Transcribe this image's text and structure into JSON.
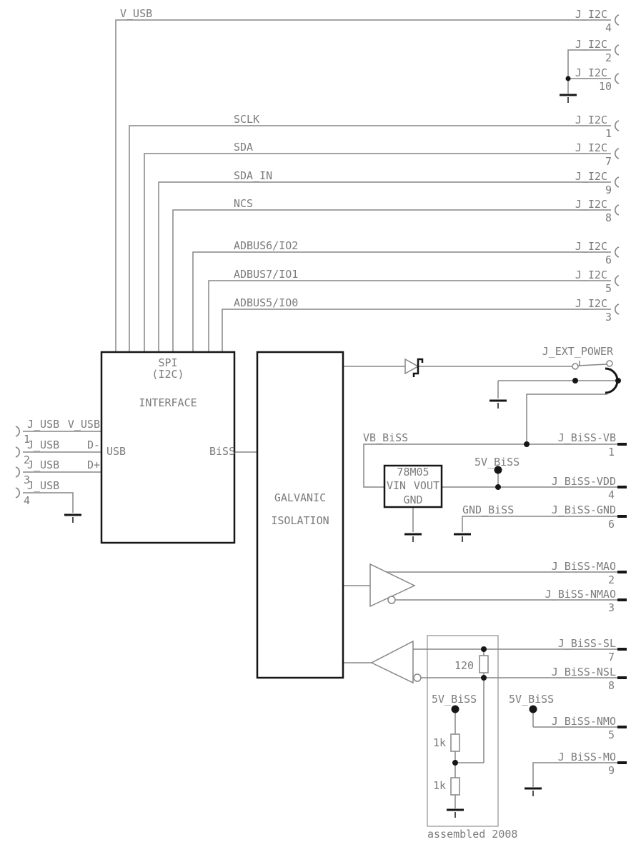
{
  "power": {
    "v_usb": "V_USB",
    "vb_biss": "VB_BiSS",
    "v5_biss": "5V_BiSS",
    "gnd_biss": "GND_BiSS"
  },
  "signals": {
    "sclk": "SCLK",
    "sda": "SDA",
    "sda_in": "SDA_IN",
    "ncs": "NCS",
    "adbus6": "ADBUS6/IO2",
    "adbus7": "ADBUS7/IO1",
    "adbus5": "ADBUS5/IO0",
    "d_minus": "D-",
    "d_plus": "D+"
  },
  "j_i2c": {
    "name": "J_I2C",
    "pins": [
      "4",
      "2",
      "10",
      "1",
      "7",
      "9",
      "8",
      "6",
      "5",
      "3"
    ]
  },
  "j_usb": {
    "name": "J_USB",
    "pins": [
      "1",
      "2",
      "3",
      "4"
    ]
  },
  "j_ext_power": {
    "name": "J_EXT_POWER"
  },
  "j_biss": {
    "items": [
      {
        "label": "J_BiSS-VB",
        "pin": "1"
      },
      {
        "label": "J_BiSS-VDD",
        "pin": "4"
      },
      {
        "label": "J_BiSS-GND",
        "pin": "6"
      },
      {
        "label": "J_BiSS-MAO",
        "pin": "2"
      },
      {
        "label": "J_BiSS-NMAO",
        "pin": "3"
      },
      {
        "label": "J_BiSS-SL",
        "pin": "7"
      },
      {
        "label": "J_BiSS-NSL",
        "pin": "8"
      },
      {
        "label": "J_BiSS-NMO",
        "pin": "5"
      },
      {
        "label": "J_BiSS-MO",
        "pin": "9"
      }
    ]
  },
  "interface_box": {
    "title1": "SPI",
    "title2": "(I2C)",
    "title3": "INTERFACE",
    "port_left": "USB",
    "port_right": "BiSS"
  },
  "isolation_box": {
    "title1": "GALVANIC",
    "title2": "ISOLATION"
  },
  "regulator": {
    "part": "78M05",
    "pin_vin": "VIN",
    "pin_vout": "VOUT",
    "pin_gnd": "GND"
  },
  "resistors": {
    "termination": "120",
    "r1k_upper": "1k",
    "r1k_lower": "1k"
  },
  "note": {
    "assembled": "assembled 2008"
  },
  "colors": {
    "wire": "#868686",
    "ink": "#111111",
    "text": "#7c7c7c"
  }
}
